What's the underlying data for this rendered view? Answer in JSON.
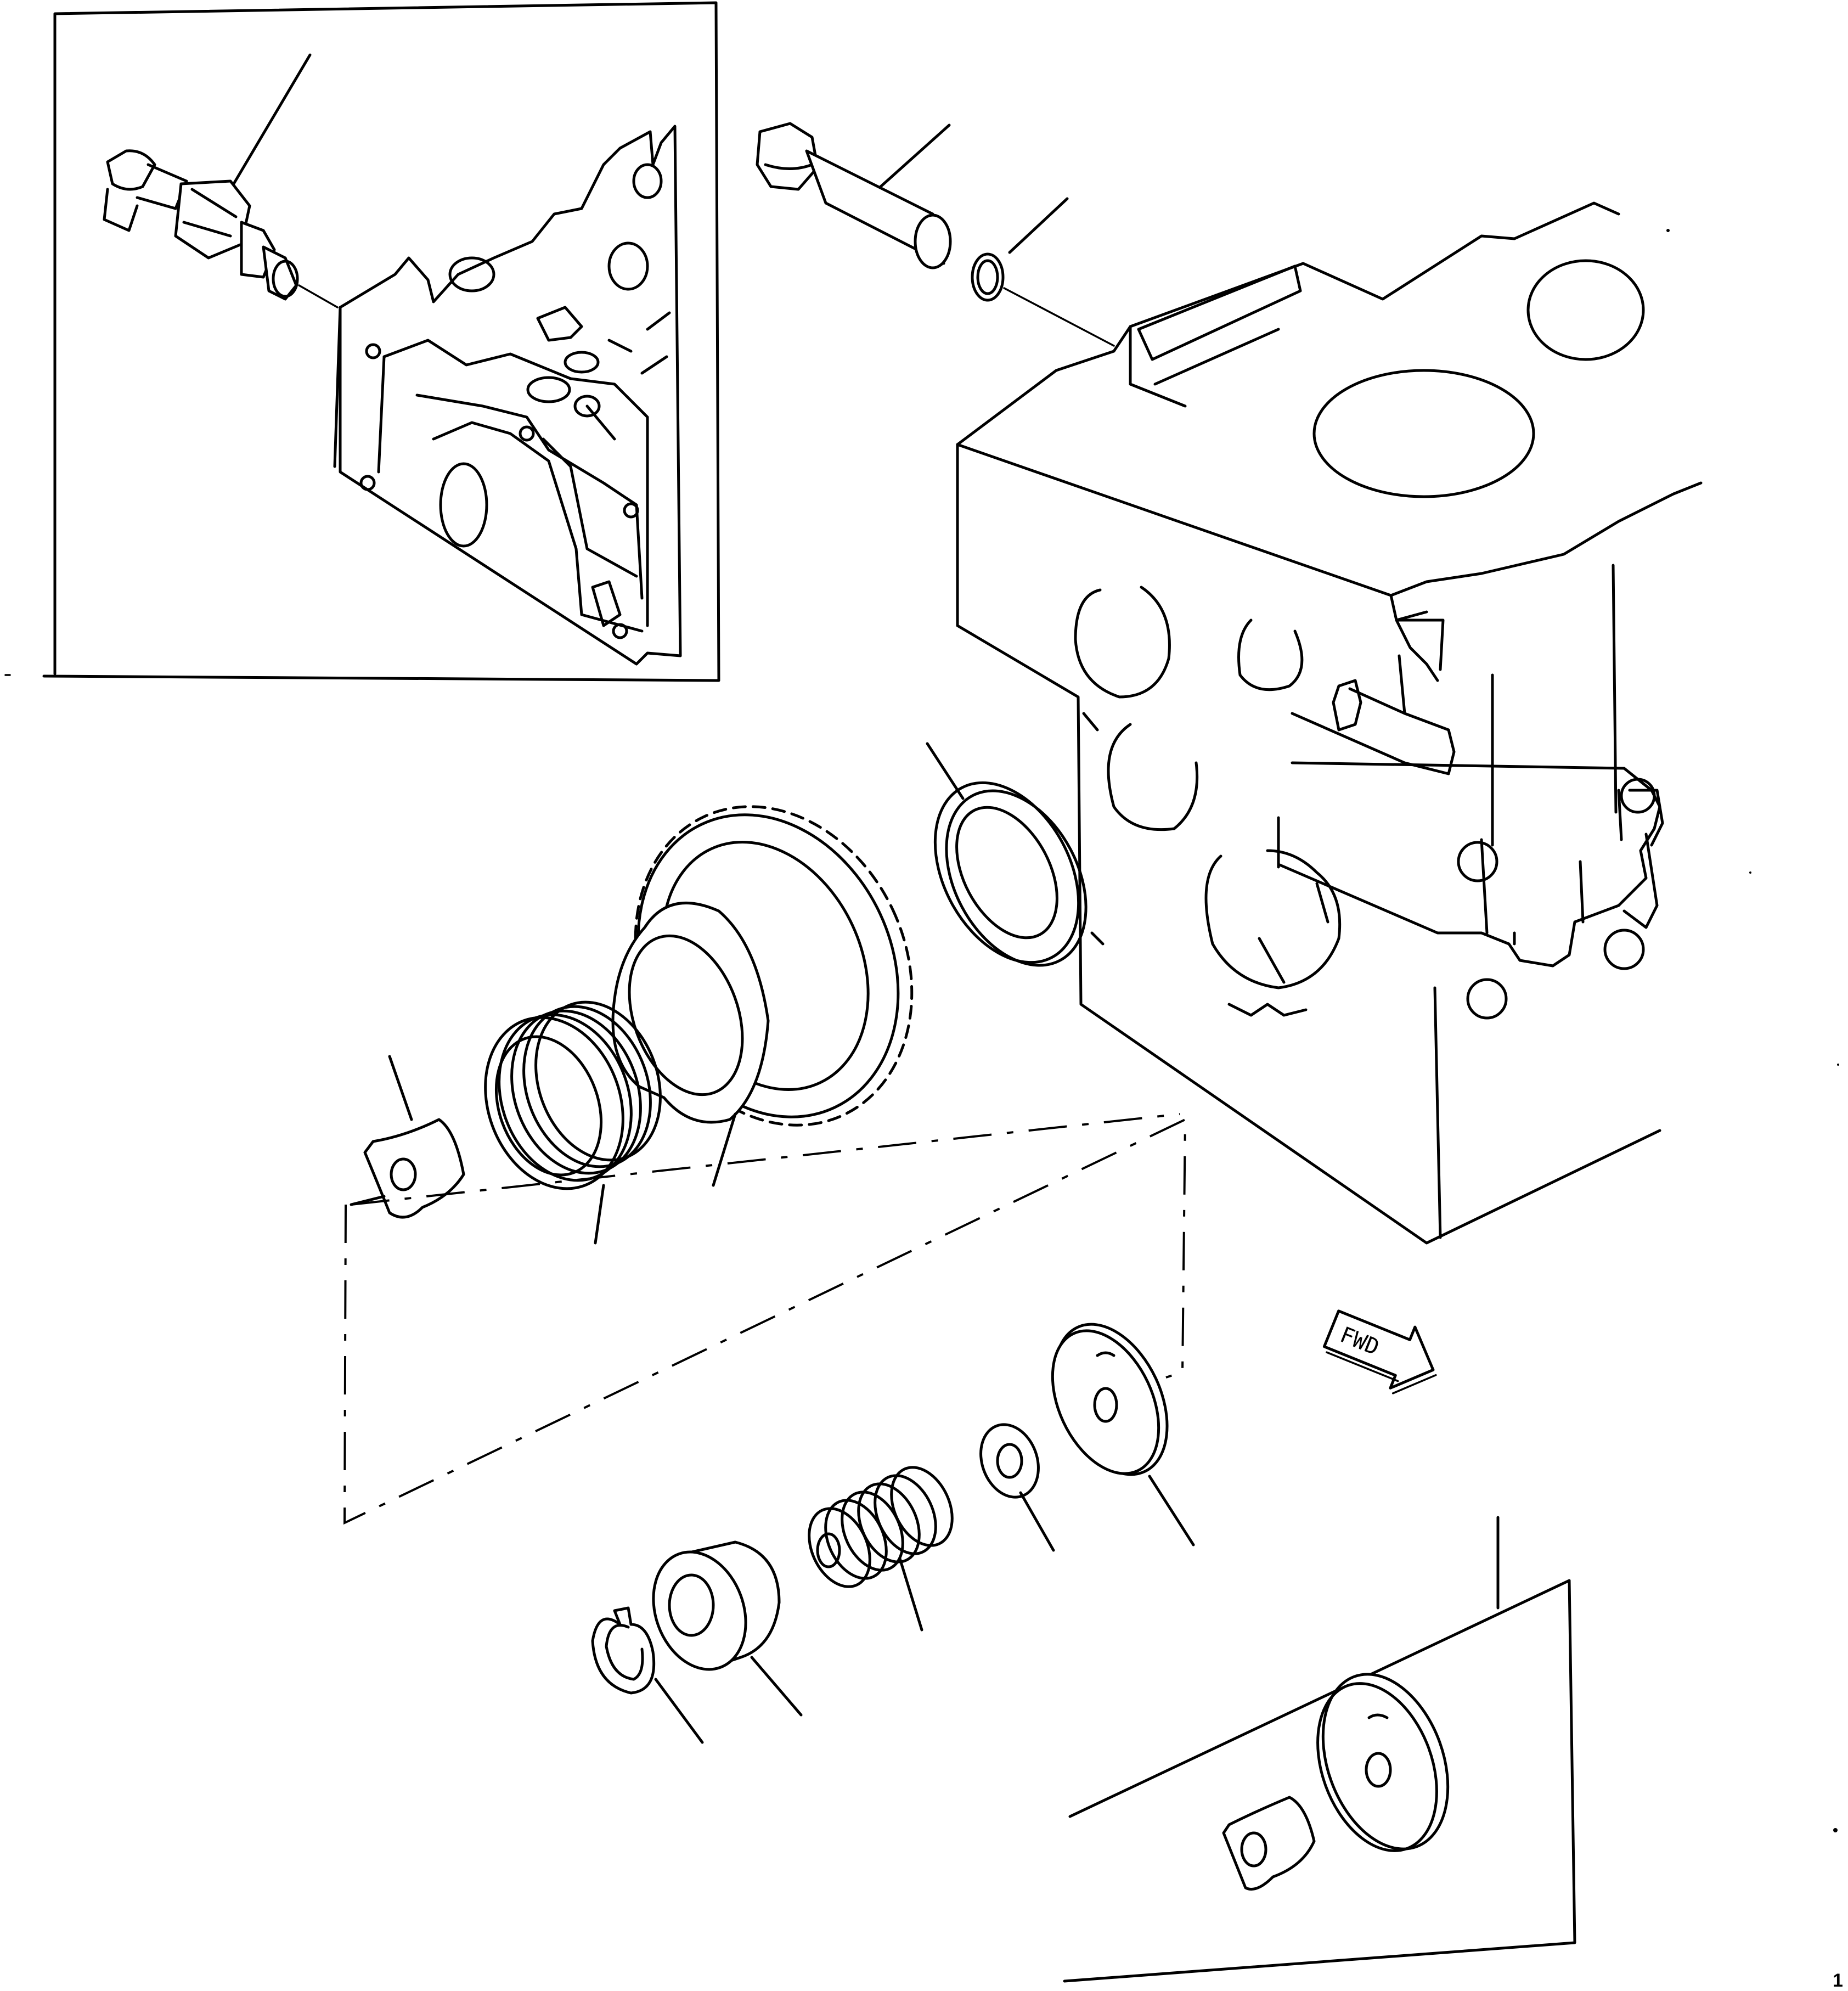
{
  "diagram": {
    "fwd_arrow_label": "FWD",
    "page_number": "1"
  },
  "parts": [
    "oil-pressure-sender",
    "hollow-bolt",
    "sealing-washer",
    "engine-cylinder-block",
    "oil-seal-ring",
    "idler-gear",
    "spring",
    "sleeve-insert",
    "relief-cap",
    "washer",
    "relief-spring",
    "spring-seat",
    "snap-ring",
    "alternative-cap-set"
  ]
}
